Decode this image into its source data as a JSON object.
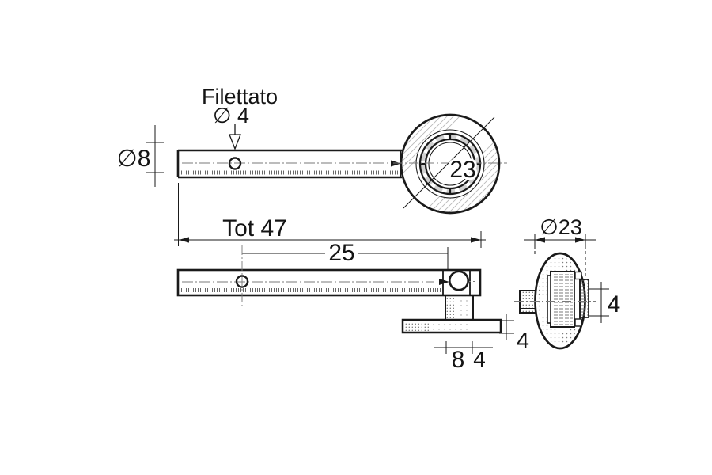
{
  "views": {
    "front": {
      "thread_note": "Filettato",
      "thread_diameter": "∅ 4",
      "bar_diameter": "∅8",
      "disc_diameter": "23"
    },
    "plan": {
      "total_length": "Tot 47",
      "hole_spacing": "25",
      "stud_width": "8",
      "stud_offset": "4",
      "plate_thickness": "4"
    },
    "side": {
      "disc_diameter": "∅23",
      "hub_thickness": "4"
    }
  },
  "colors": {
    "ink": "#1a1a1a",
    "background": "#ffffff",
    "hatch": "#b8b8b8"
  }
}
